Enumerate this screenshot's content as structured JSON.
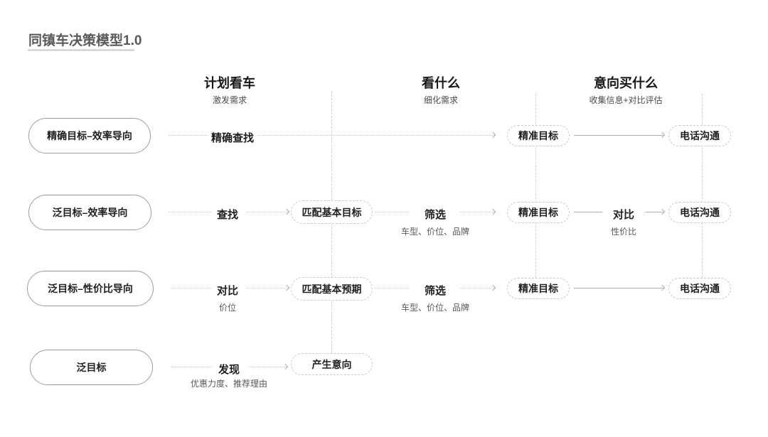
{
  "title": "同镇车决策模型1.0",
  "columns": [
    {
      "label": "计划看车",
      "sublabel": "激发需求"
    },
    {
      "label": "看什么",
      "sublabel": "细化需求"
    },
    {
      "label": "意向买什么",
      "sublabel": "收集信息+对比评估"
    }
  ],
  "rows": [
    {
      "persona": "精确目标–效率导向",
      "action": "精确查找",
      "target": "精准目标",
      "contact": "电话沟通"
    },
    {
      "persona": "泛目标–效率导向",
      "action": "查找",
      "match": "匹配基本目标",
      "filter": "筛选",
      "filter_note": "车型、价位、品牌",
      "target": "精准目标",
      "compare": "对比",
      "compare_note": "性价比",
      "contact": "电话沟通"
    },
    {
      "persona": "泛目标–性价比导向",
      "action": "对比",
      "action_note": "价位",
      "match": "匹配基本预期",
      "filter": "筛选",
      "filter_note": "车型、价位、品牌",
      "target": "精准目标",
      "contact": "电话沟通"
    },
    {
      "persona": "泛目标",
      "action": "发现",
      "action_note": "优惠力度、推荐理由",
      "outcome": "产生意向"
    }
  ],
  "colors": {
    "accent_border": "#9e9e9e",
    "dashed_border": "#c9c9c9",
    "solid_line": "#adadad",
    "dotted_line": "#c6c6c6",
    "text": "#1f1f1f",
    "subtext": "#595959",
    "title_text": "#595959",
    "title_underline": "#d9d9d9"
  }
}
